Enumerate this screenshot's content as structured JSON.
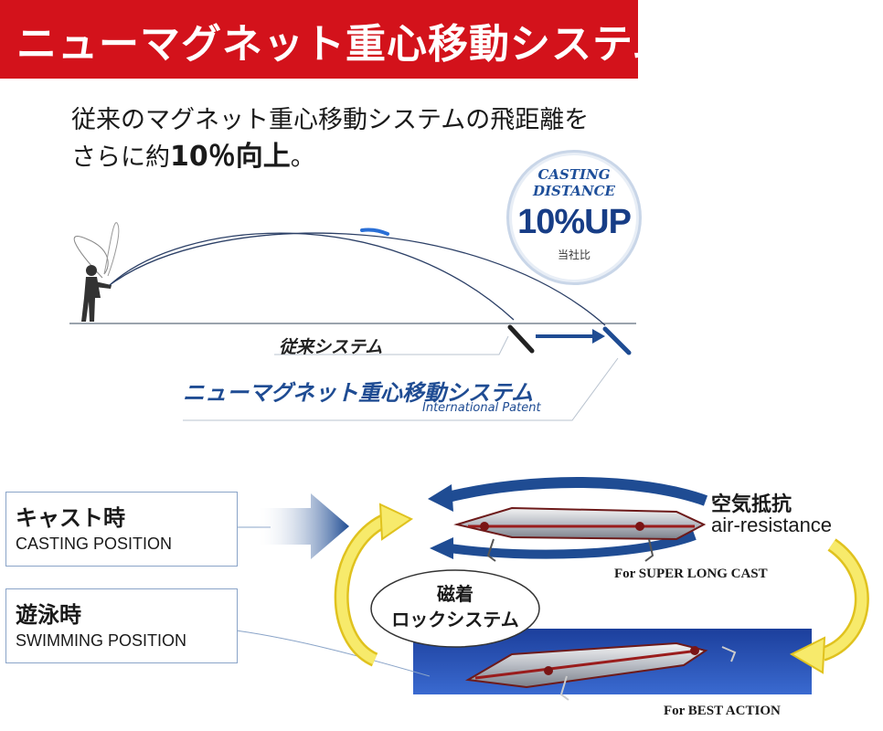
{
  "banner": {
    "title": "ニューマグネット重心移動システム",
    "color": "#d3121b"
  },
  "lead": {
    "line1": "従来のマグネット重心移動システムの飛距離を",
    "line2_pre": "さらに約",
    "line2_bold": "10％向上",
    "line2_post": "。"
  },
  "badge": {
    "line1": "CASTING",
    "line2": "DISTANCE",
    "big": "10%UP",
    "note": "当社比"
  },
  "trajectory": {
    "old_label": "従来システム",
    "new_label": "ニューマグネット重心移動システム",
    "patent": "International Patent"
  },
  "positions": {
    "cast": {
      "jp": "キャスト時",
      "en": "CASTING POSITION"
    },
    "swim": {
      "jp": "遊泳時",
      "en": "SWIMMING POSITION"
    }
  },
  "air": {
    "jp": "空気抵抗",
    "en": "air-resistance"
  },
  "lock": {
    "line1": "磁着",
    "line2": "ロックシステム"
  },
  "captions": {
    "cast": "For SUPER LONG CAST",
    "swim": "For BEST ACTION"
  },
  "colors": {
    "accent_blue": "#1f4c93",
    "arrow_yellow": "#f5e04a",
    "water_blue": "#2b56b4"
  }
}
